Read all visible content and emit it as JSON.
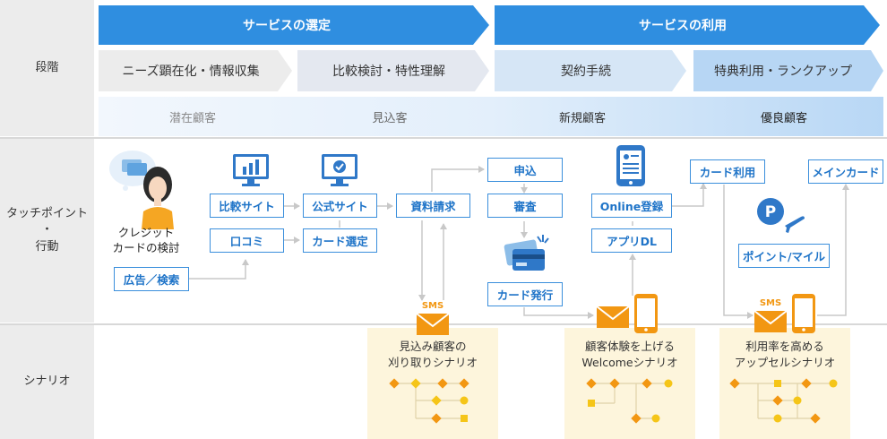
{
  "row_labels": {
    "stage": "段階",
    "touchpoint": "タッチポイント\n・\n行動",
    "scenario": "シナリオ"
  },
  "phases": [
    "サービスの選定",
    "サービスの利用"
  ],
  "steps": [
    "ニーズ顕在化・情報収集",
    "比較検討・特性理解",
    "契約手続",
    "特典利用・ランクアップ"
  ],
  "customer_types": [
    "潜在顧客",
    "見込客",
    "新規顧客",
    "優良顧客"
  ],
  "person_label": "クレジット\nカードの検討",
  "nodes": {
    "ad_search": "広告／検索",
    "compare_site": "比較サイト",
    "review": "口コミ",
    "official_site": "公式サイト",
    "card_select": "カード選定",
    "doc_request": "資料請求",
    "apply": "申込",
    "screening": "審査",
    "card_issue": "カード発行",
    "online_register": "Online登録",
    "app_dl": "アプリDL",
    "card_use": "カード利用",
    "points_miles": "ポイント/マイル",
    "main_card": "メインカード"
  },
  "sms_label": "SMS",
  "scenarios": [
    "見込み顧客の\n刈り取りシナリオ",
    "顧客体験を上げる\nWelcomeシナリオ",
    "利用率を高める\nアップセルシナリオ"
  ],
  "colors": {
    "phase_blue": "#2f8ee0",
    "node_border": "#3b8fdc",
    "label_bg": "#ececec",
    "scenario_bg": "#fdf5dc",
    "flow_orange": "#f29712",
    "flow_yellow": "#f5c518"
  }
}
